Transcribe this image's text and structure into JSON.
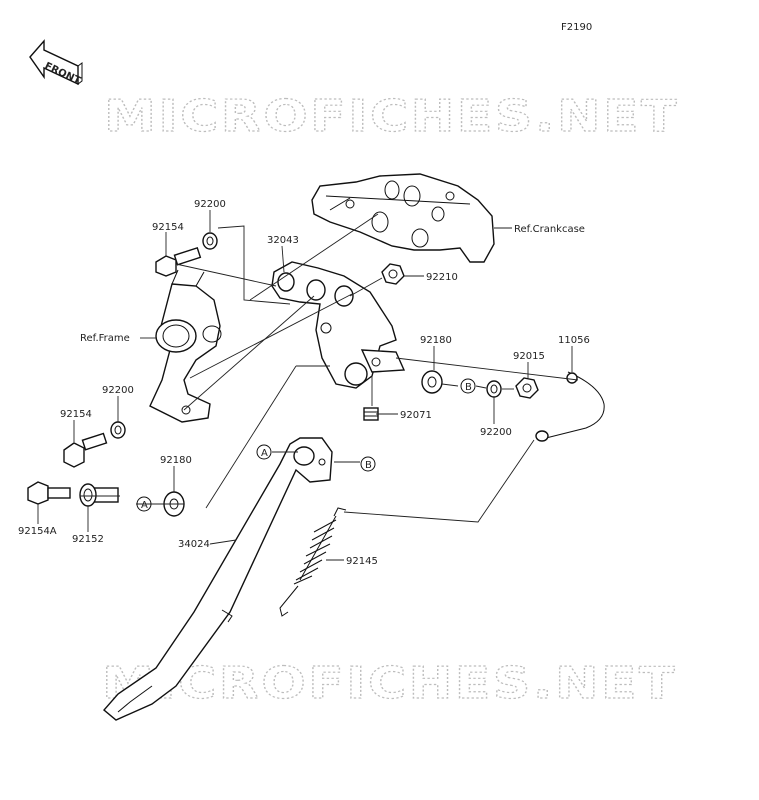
{
  "figure_code": "F2190",
  "front_marker": "FRONT",
  "watermark_text": "MICROFICHES.NET",
  "reference_labels": {
    "crankcase": "Ref.Crankcase",
    "frame": "Ref.Frame"
  },
  "parts": {
    "p92200_top": "92200",
    "p92154_top": "92154",
    "p32043": "32043",
    "p92210": "92210",
    "p92180_right": "92180",
    "p92015": "92015",
    "p11056": "11056",
    "p92071": "92071",
    "p92200_right": "92200",
    "p92200_left": "92200",
    "p92154_left": "92154",
    "p92180_left": "92180",
    "p92154A": "92154A",
    "p92152": "92152",
    "p34024": "34024",
    "p92145": "92145"
  },
  "callouts": {
    "a": "A",
    "b": "B"
  }
}
